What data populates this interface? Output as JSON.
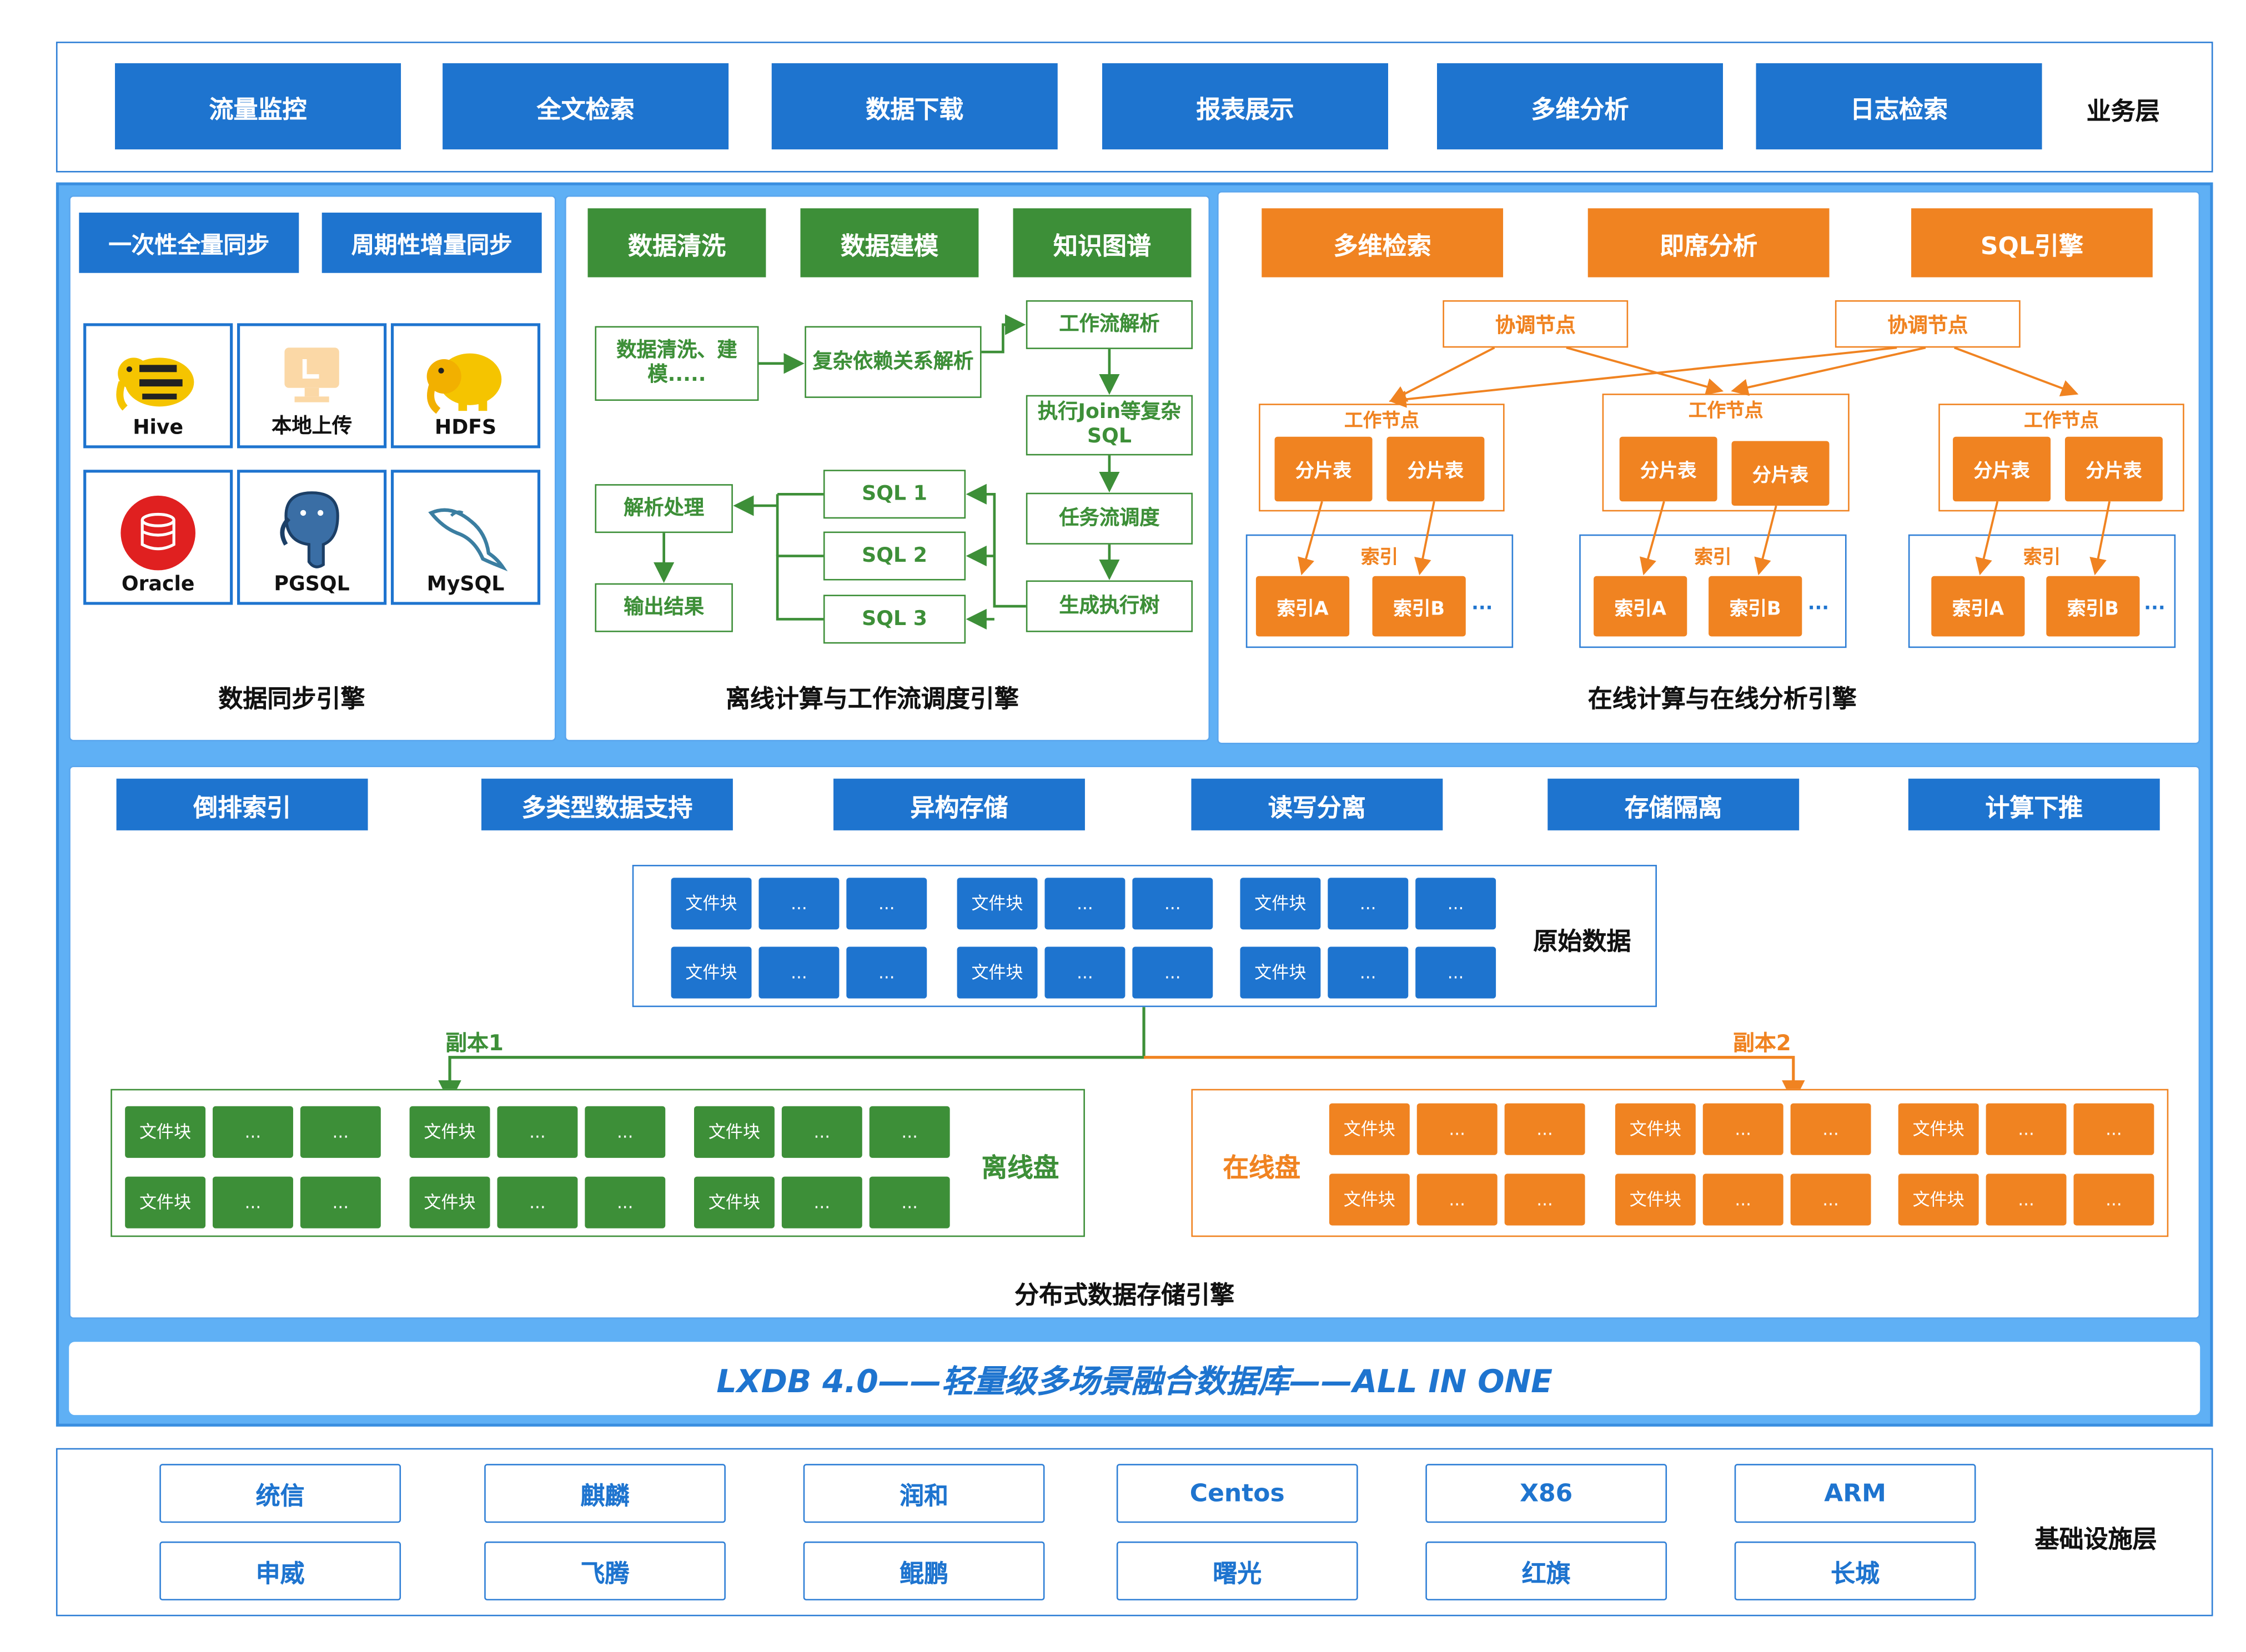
{
  "business_layer": {
    "label": "业务层",
    "items": [
      "流量监控",
      "全文检索",
      "数据下载",
      "报表展示",
      "多维分析",
      "日志检索"
    ]
  },
  "sync_engine": {
    "title": "数据同步引擎",
    "modes": [
      "一次性全量同步",
      "周期性增量同步"
    ],
    "sources": [
      "Hive",
      "本地上传",
      "HDFS",
      "Oracle",
      "PGSQL",
      "MySQL"
    ]
  },
  "offline_engine": {
    "title": "离线计算与工作流调度引擎",
    "headers": [
      "数据清洗",
      "数据建模",
      "知识图谱"
    ],
    "clean_model": "数据清洗、建模.....",
    "complex_dep": "复杂依赖关系解析",
    "workflow_parse": "工作流解析",
    "exec_join": "执行Join等复杂SQL",
    "task_sched": "任务流调度",
    "gen_tree": "生成执行树",
    "parse": "解析处理",
    "output": "输出结果",
    "sql1": "SQL 1",
    "sql2": "SQL 2",
    "sql3": "SQL 3"
  },
  "online_engine": {
    "title": "在线计算与在线分析引擎",
    "headers": [
      "多维检索",
      "即席分析",
      "SQL引擎"
    ],
    "coord": "协调节点",
    "worker": "工作节点",
    "shard": "分片表",
    "index": "索引",
    "index_a": "索引A",
    "index_b": "索引B",
    "ellipsis": "..."
  },
  "storage_engine": {
    "title": "分布式数据存储引擎",
    "features": [
      "倒排索引",
      "多类型数据支持",
      "异构存储",
      "读写分离",
      "存储隔离",
      "计算下推"
    ],
    "raw_data": "原始数据",
    "file_block": "文件块",
    "dots": "...",
    "replica1": "副本1",
    "replica2": "副本2",
    "offline_disk": "离线盘",
    "online_disk": "在线盘"
  },
  "banner": "LXDB 4.0——轻量级多场景融合数据库——ALL IN ONE",
  "infra_layer": {
    "label": "基础设施层",
    "row1": [
      "统信",
      "麒麟",
      "润和",
      "Centos",
      "X86",
      "ARM"
    ],
    "row2": [
      "申威",
      "飞腾",
      "鲲鹏",
      "曙光",
      "红旗",
      "长城"
    ]
  },
  "colors": {
    "blue": "#1e74cf",
    "green": "#3d8f38",
    "orange": "#f08321",
    "lightblue": "#5fb0f5"
  }
}
